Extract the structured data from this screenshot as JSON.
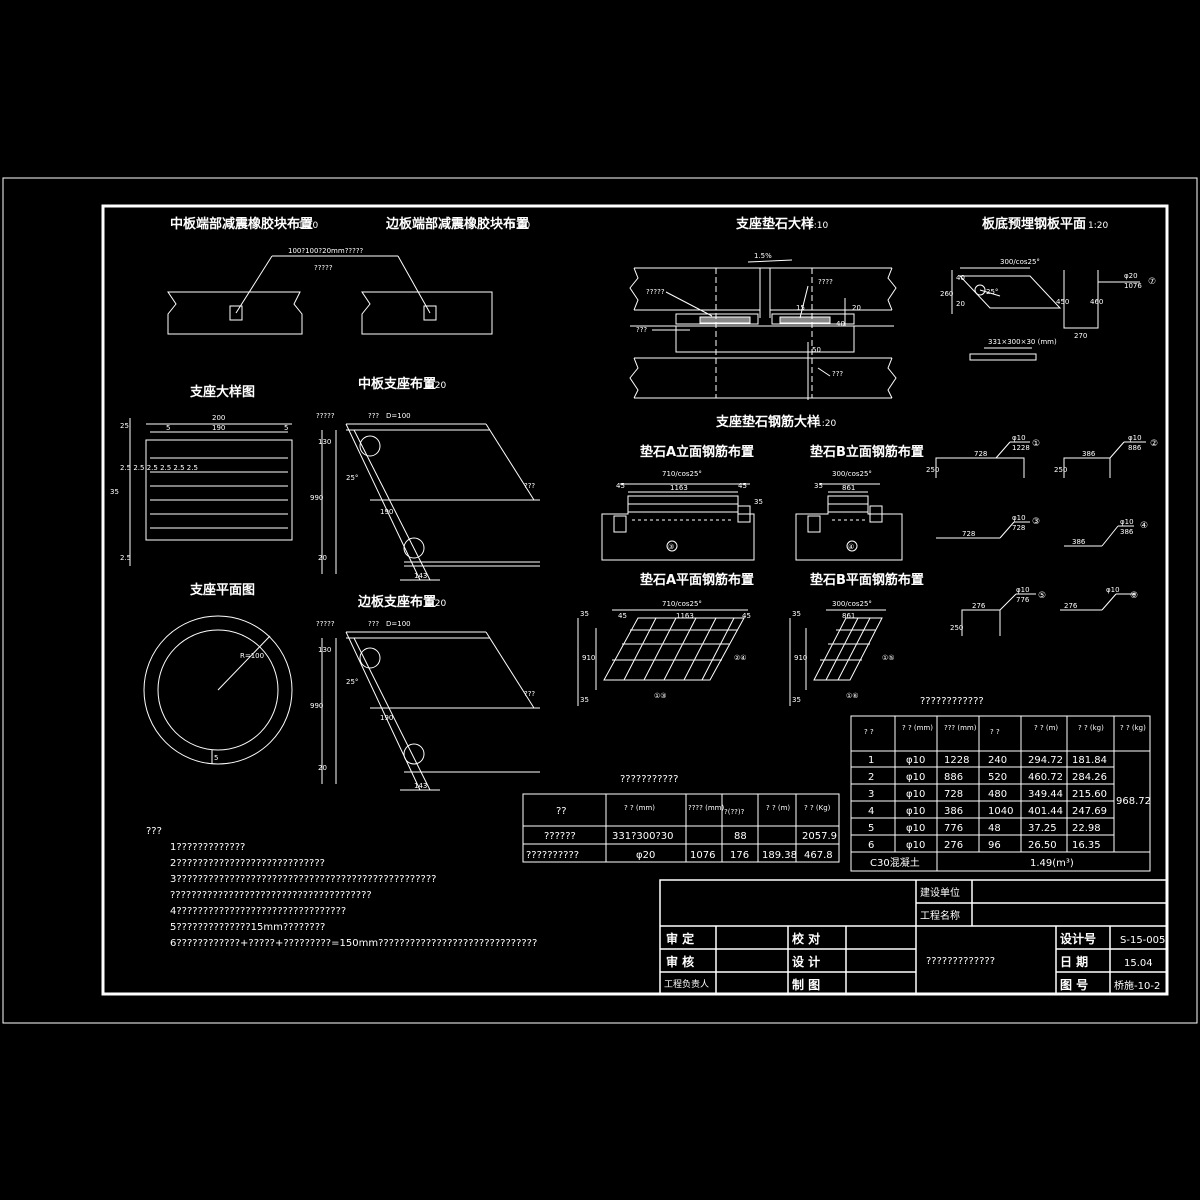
{
  "titles": {
    "mid_rubber": "中板端部减震橡胶块布置",
    "mid_rubber_scale": "1:20",
    "side_rubber": "边板端部减震橡胶块布置",
    "side_rubber_scale": "1:20",
    "pad_stone": "支座垫石大样",
    "pad_stone_scale": "1:10",
    "steel_plate": "板底预埋钢板平面",
    "steel_plate_scale": "1:20",
    "bearing_detail": "支座大样图",
    "mid_bearing": "中板支座布置",
    "mid_bearing_scale": "1:20",
    "bearing_plan": "支座平面图",
    "side_bearing": "边板支座布置",
    "side_bearing_scale": "1:20",
    "pad_rebar": "支座垫石钢筋大样",
    "pad_rebar_scale": "1:20",
    "padA_elev": "垫石A立面钢筋布置",
    "padB_elev": "垫石B立面钢筋布置",
    "padA_plan": "垫石A平面钢筋布置",
    "padB_plan": "垫石B平面钢筋布置"
  },
  "labels": {
    "rubber_size": "100?100?20mm?????",
    "rubber_note": "?????",
    "slope": "1.5%",
    "pad_q1": "?????",
    "pad_q2": "????",
    "pad_q3": "???",
    "pad_q4": "???",
    "pad_d1": "15",
    "pad_d2": "20",
    "pad_d3": "40",
    "pad_d4": "50",
    "sp_top": "300/cos25°",
    "sp_l": "260",
    "sp_bot": "331×300×30 (mm)",
    "sp_a": "25°",
    "sp_dim1": "40",
    "sp_dim2": "20",
    "sp_c": "φ20",
    "sp_len": "1076",
    "sp_h1": "450",
    "sp_h2": "460",
    "sp_w": "270",
    "sp_n": "⑦",
    "bd_200": "200",
    "bd_190": "190",
    "bd_5a": "5",
    "bd_5b": "5",
    "bd_25": "25",
    "bd_35": "35",
    "bd_left": "2.5 2.5 2.5 2.5 2.5 2.5",
    "bd_low": "2.5",
    "bp_r": "R=100",
    "bp_5": "5",
    "mb_q1": "?????",
    "mb_q2": "???",
    "mb_d": "D=100",
    "mb_130": "130",
    "mb_990": "990",
    "mb_25": "25°",
    "mb_190": "190",
    "mb_q3": "???",
    "mb_143": "143",
    "mb_20": "20",
    "paA_top": "710/cos25°",
    "paA_d": "1163",
    "paA_45a": "45",
    "paA_45b": "45",
    "paA_35": "35",
    "paA_n": "③",
    "paB_top": "300/cos25°",
    "paB_d": "861",
    "paB_35": "35",
    "paB_n": "④",
    "pp_910": "910",
    "pp_2": "②④",
    "pp_1": "①③",
    "pp_45": "45",
    "pp_35": "35",
    "pb_2": "①⑤",
    "pb_1": "①⑥"
  },
  "rebar_shapes": [
    {
      "dia": "φ10",
      "len": "1228",
      "dim": "728",
      "h": "250",
      "no": "①"
    },
    {
      "dia": "φ10",
      "len": "886",
      "dim": "386",
      "h": "250",
      "no": "②"
    },
    {
      "dia": "φ10",
      "len": "728",
      "dim": "728",
      "no": "③"
    },
    {
      "dia": "φ10",
      "len": "386",
      "dim": "386",
      "no": "④"
    },
    {
      "dia": "φ10",
      "len": "776",
      "dim": "276",
      "h": "250",
      "no": "⑤"
    },
    {
      "dia": "φ10",
      "len": "",
      "dim": "276",
      "no": "⑥"
    }
  ],
  "table1": {
    "title": "???????????",
    "headers": [
      "??",
      "? ?\n(mm)",
      "????\n(mm)",
      "?(??)?",
      "? ?\n(m)",
      "? ?\n(Kg)"
    ],
    "rows": [
      [
        "??????",
        "331?300?30",
        "",
        "88",
        "",
        "2057.9"
      ],
      [
        "??????????",
        "φ20",
        "1076",
        "176",
        "189.38",
        "467.8"
      ]
    ]
  },
  "table2": {
    "title": "????????????",
    "headers": [
      "? ?",
      "? ?\n(mm)",
      "???\n(mm)",
      "? ?",
      "? ?\n(m)",
      "? ?\n(kg)",
      "? ?\n(kg)"
    ],
    "rows": [
      [
        "1",
        "φ10",
        "1228",
        "240",
        "294.72",
        "181.84"
      ],
      [
        "2",
        "φ10",
        "886",
        "520",
        "460.72",
        "284.26"
      ],
      [
        "3",
        "φ10",
        "728",
        "480",
        "349.44",
        "215.60"
      ],
      [
        "4",
        "φ10",
        "386",
        "1040",
        "401.44",
        "247.69"
      ],
      [
        "5",
        "φ10",
        "776",
        "48",
        "37.25",
        "22.98"
      ],
      [
        "6",
        "φ10",
        "276",
        "96",
        "26.50",
        "16.35"
      ]
    ],
    "total": "968.72",
    "concrete_label": "C30混凝土",
    "concrete_value": "1.49(m³)"
  },
  "notes": {
    "head": "???",
    "lines": [
      "1?????????????",
      "2????????????????????????????",
      "3?????????????????????????????????????????????????",
      "  ??????????????????????????????????????",
      "4????????????????????????????????",
      "5??????????????15mm????????",
      "6????????????+?????+?????????=150mm??????????????????????????????"
    ]
  },
  "title_block": {
    "owner_label": "建设单位",
    "project_label": "工程名称",
    "review": "审  定",
    "check": "校  对",
    "verify": "审  核",
    "design": "设  计",
    "leader": "工程负责人",
    "draw": "制  图",
    "drawing_name": "?????????????",
    "design_no_label": "设计号",
    "design_no": "S-15-005",
    "date_label": "日  期",
    "date": "15.04",
    "sheet_label": "图  号",
    "sheet": "桥施-10-2"
  }
}
